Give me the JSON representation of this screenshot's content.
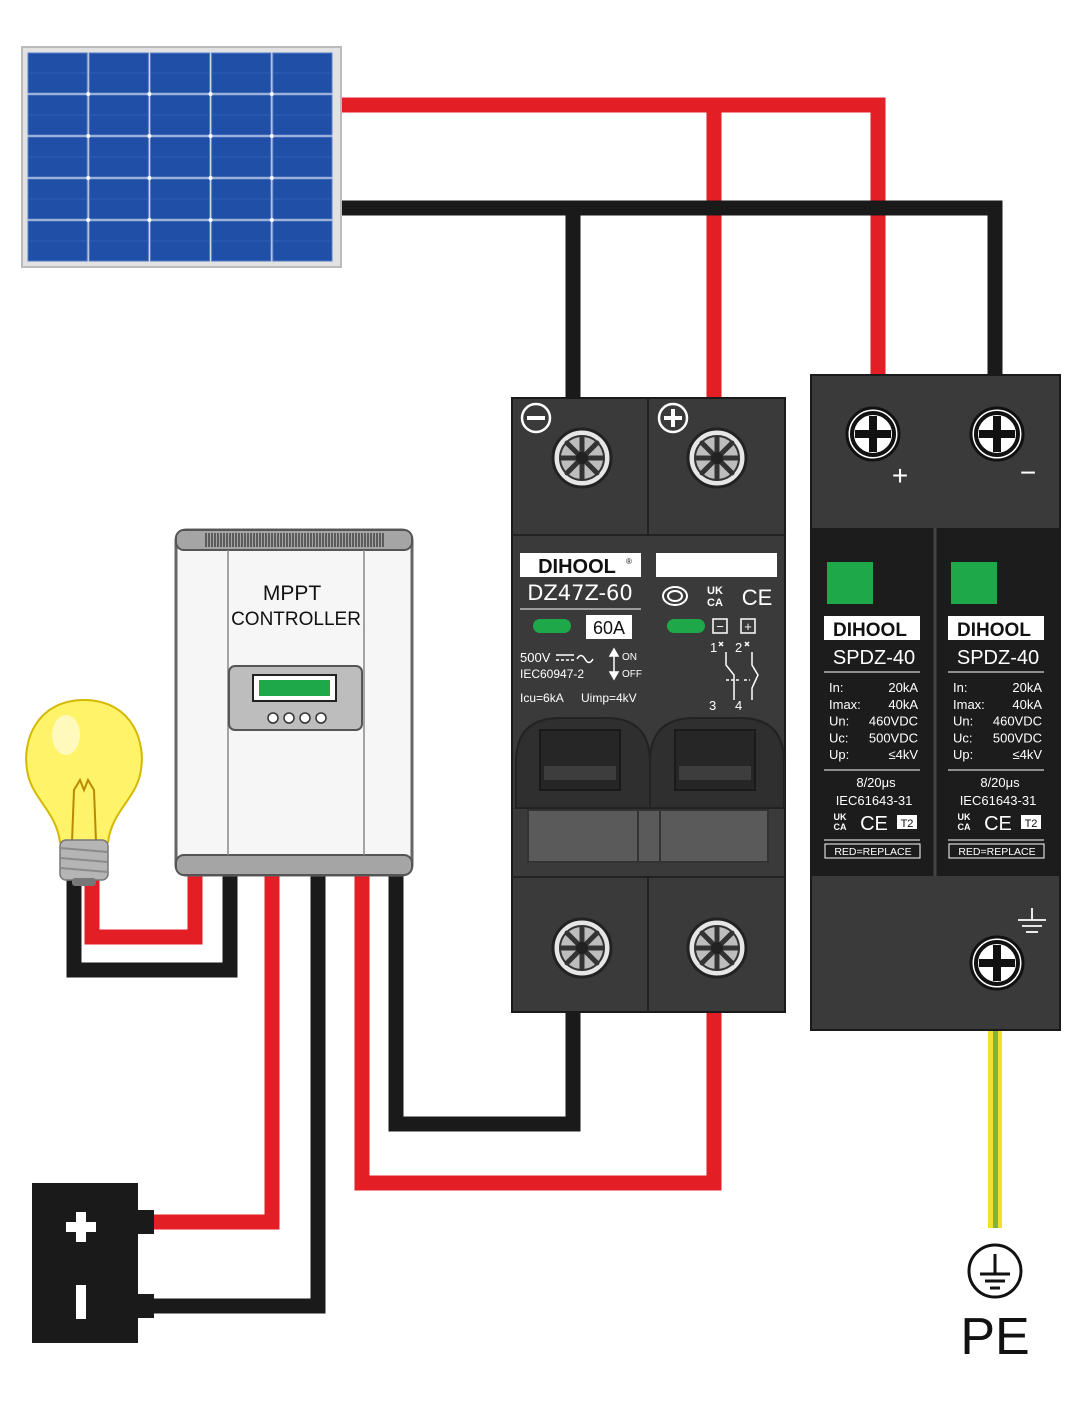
{
  "colors": {
    "positive_wire": "#e31e24",
    "negative_wire": "#1a1a1a",
    "device_body": "#3a3a3a",
    "panel_cell": "#1f4fa6",
    "indicator_green": "#1fa84a",
    "earth_green": "#7cb342",
    "earth_yellow": "#f2e12a"
  },
  "controller": {
    "title_line1": "MPPT",
    "title_line2": "CONTROLLER"
  },
  "breaker": {
    "brand": "DIHOOL",
    "reg": "®",
    "model": "DZ47Z-60",
    "rating": "60A",
    "voltage": "500V",
    "standard": "IEC60947-2",
    "on_label": "ON",
    "off_label": "OFF",
    "icu": "Icu=6kA",
    "uimp": "Uimp=4kV",
    "term1": "1",
    "term2": "2",
    "term3": "3",
    "term4": "4",
    "minus_symbol": "−",
    "plus_symbol": "+",
    "ukca_top": "UK",
    "ukca_bottom": "CA",
    "ce_mark": "CE"
  },
  "spd": {
    "plus_label": "+",
    "minus_label": "−",
    "modules": [
      {
        "brand": "DIHOOL",
        "model": "SPDZ-40",
        "specs": [
          {
            "k": "In:",
            "v": "20kA"
          },
          {
            "k": "Imax:",
            "v": "40kA"
          },
          {
            "k": "Un:",
            "v": "460VDC"
          },
          {
            "k": "Uc:",
            "v": "500VDC"
          },
          {
            "k": "Up:",
            "v": "≤4kV"
          }
        ],
        "wave": "8/20μs",
        "standard": "IEC61643-31",
        "class": "T2",
        "replace": "RED=REPLACE"
      },
      {
        "brand": "DIHOOL",
        "model": "SPDZ-40",
        "specs": [
          {
            "k": "In:",
            "v": "20kA"
          },
          {
            "k": "Imax:",
            "v": "40kA"
          },
          {
            "k": "Un:",
            "v": "460VDC"
          },
          {
            "k": "Uc:",
            "v": "500VDC"
          },
          {
            "k": "Up:",
            "v": "≤4kV"
          }
        ],
        "wave": "8/20μs",
        "standard": "IEC61643-31",
        "class": "T2",
        "replace": "RED=REPLACE"
      }
    ]
  },
  "ground": {
    "label": "PE"
  },
  "icons": [
    "solar-panel-icon",
    "light-bulb-icon",
    "battery-icon",
    "ground-icon",
    "screw-terminal-icon"
  ]
}
